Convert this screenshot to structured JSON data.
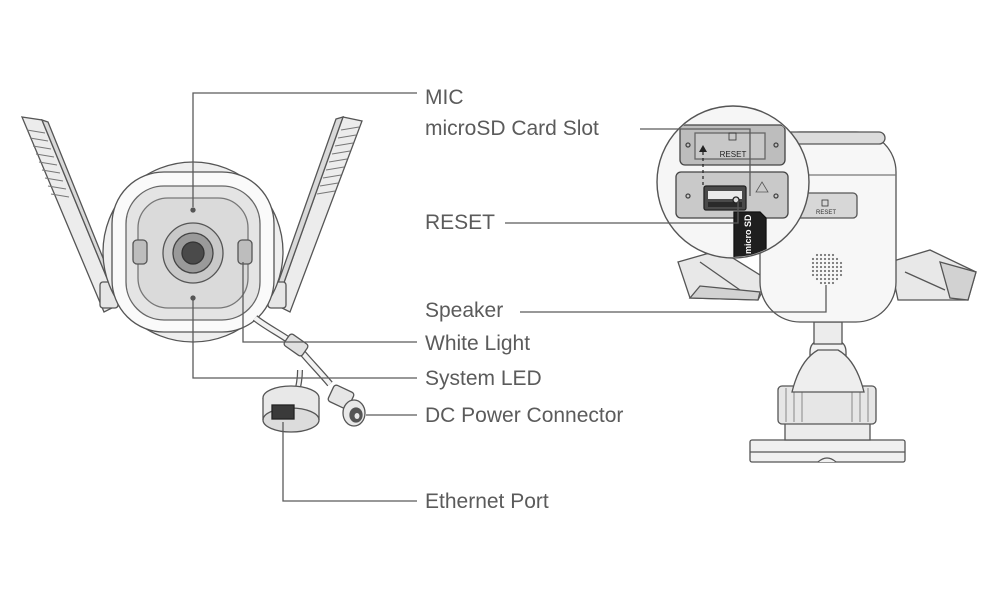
{
  "labels": {
    "mic": "MIC",
    "microsd_slot": "microSD Card Slot",
    "reset": "RESET",
    "speaker": "Speaker",
    "white_light": "White Light",
    "system_led": "System LED",
    "dc_power": "DC Power Connector",
    "ethernet": "Ethernet Port"
  },
  "printed": {
    "reset_small": "RESET",
    "sd_card": "micro SD"
  },
  "colors": {
    "line": "#5b5b5b",
    "text": "#5b5b5b",
    "body_fill": "#f2f2f2",
    "shade": "#d6d6d6",
    "dark": "#2a2a2a"
  }
}
